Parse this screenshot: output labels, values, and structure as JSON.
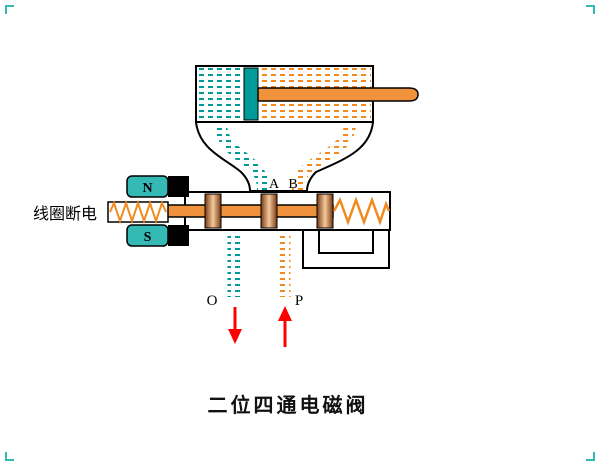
{
  "diagram": {
    "caption": "二位四通电磁阀",
    "coil_label": "线圈断电",
    "magnet": {
      "north": "N",
      "south": "S"
    },
    "ports": {
      "a": "A",
      "b": "B",
      "o": "O",
      "p": "P"
    },
    "colors": {
      "teal": "#009a98",
      "magnet_fill": "#35b9b4",
      "orange": "#f28a1e",
      "rod_orange": "#f0923c",
      "arrow_red": "#ff0000",
      "outline": "#000000"
    }
  }
}
